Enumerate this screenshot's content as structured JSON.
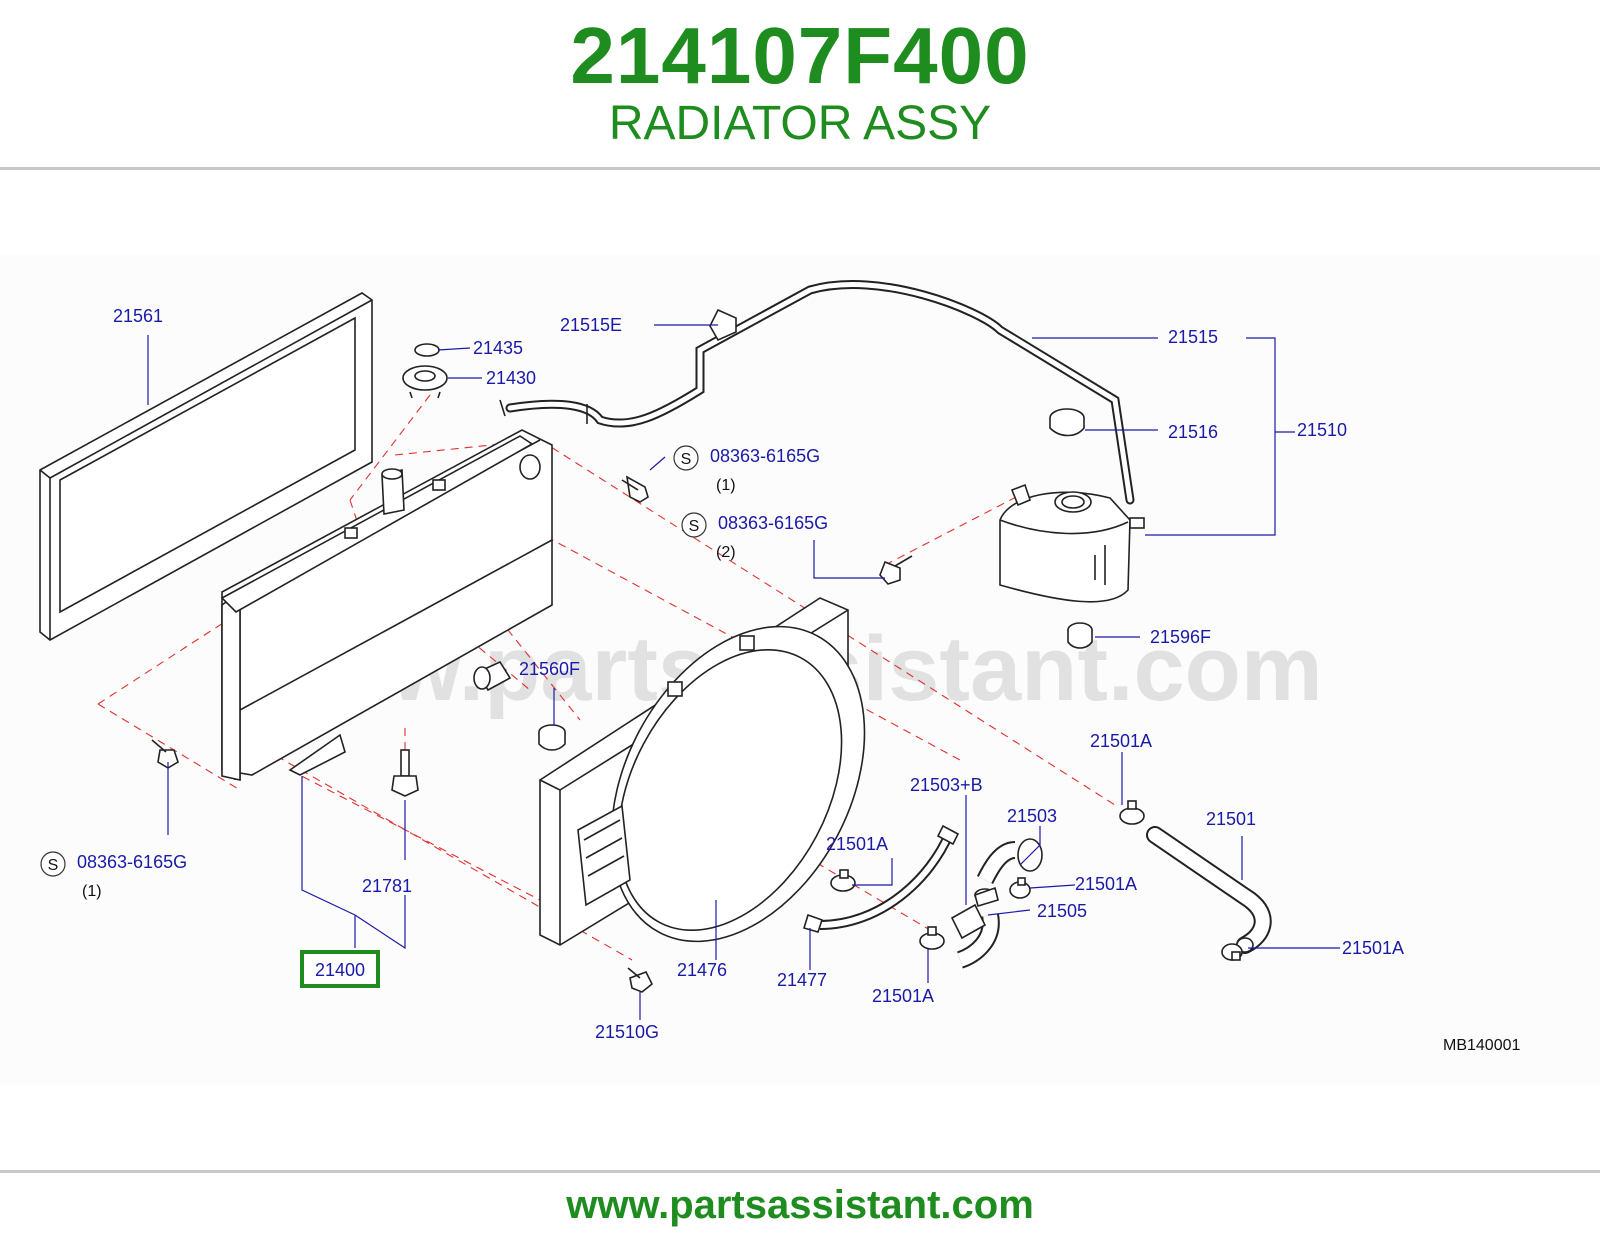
{
  "header": {
    "part_number": "214107F400",
    "part_name": "RADIATOR ASSY"
  },
  "watermark": "www.partsassistant.com",
  "footer": {
    "url": "www.partsassistant.com"
  },
  "diagram": {
    "code": "MB140001",
    "highlight_color": "#1e8c1e",
    "label_color": "#1a1aa8",
    "labels": {
      "l21561": "21561",
      "l21435": "21435",
      "l21430": "21430",
      "l21515E": "21515E",
      "l21515": "21515",
      "l21516": "21516",
      "l21510": "21510",
      "s1_mark": "S",
      "s1_num": "08363-6165G",
      "s1_qty": "(1)",
      "s2_mark": "S",
      "s2_num": "08363-6165G",
      "s2_qty": "(2)",
      "s3_mark": "S",
      "s3_num": "08363-6165G",
      "s3_qty": "(1)",
      "l21596F": "21596F",
      "l21560F": "21560F",
      "l21501A_1": "21501A",
      "l21503B": "21503+B",
      "l21503": "21503",
      "l21501": "21501",
      "l21501A_2": "21501A",
      "l21501A_3": "21501A",
      "l21505": "21505",
      "l21501A_4": "21501A",
      "l21501A_5": "21501A",
      "l21781": "21781",
      "l21400": "21400",
      "l21476": "21476",
      "l21477": "21477",
      "l21510G": "21510G"
    }
  }
}
